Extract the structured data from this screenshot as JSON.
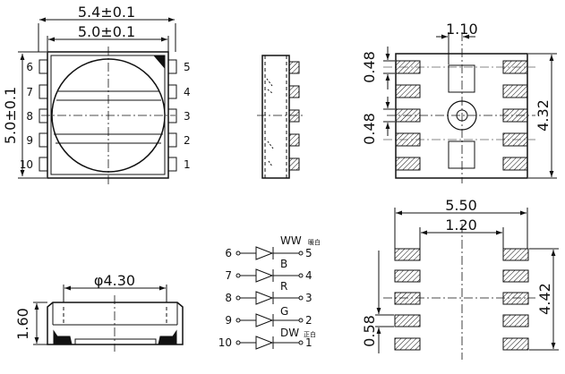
{
  "top_view": {
    "width_outer": "5.4±0.1",
    "width_inner": "5.0±0.1",
    "height": "5.0±0.1",
    "pins_left": [
      "6",
      "7",
      "8",
      "9",
      "10"
    ],
    "pins_right": [
      "5",
      "4",
      "3",
      "2",
      "1"
    ]
  },
  "bottom_view": {
    "pad_spacing": "1.10",
    "pad_pitch_top": "0.48",
    "pad_pitch_bottom": "0.48",
    "body_height": "4.32"
  },
  "side_view": {
    "lens_diameter": "φ4.30",
    "height": "1.60"
  },
  "footprint": {
    "width": "5.50",
    "center_pad": "1.20",
    "height": "4.42",
    "pitch": "0.58"
  },
  "circuit": {
    "channels": [
      {
        "left": "6",
        "right": "5",
        "label": "WW",
        "note": "暖白"
      },
      {
        "left": "7",
        "right": "4",
        "label": "B",
        "note": ""
      },
      {
        "left": "8",
        "right": "3",
        "label": "R",
        "note": ""
      },
      {
        "left": "9",
        "right": "2",
        "label": "G",
        "note": ""
      },
      {
        "left": "10",
        "right": "1",
        "label": "DW",
        "note": "正白"
      }
    ]
  }
}
